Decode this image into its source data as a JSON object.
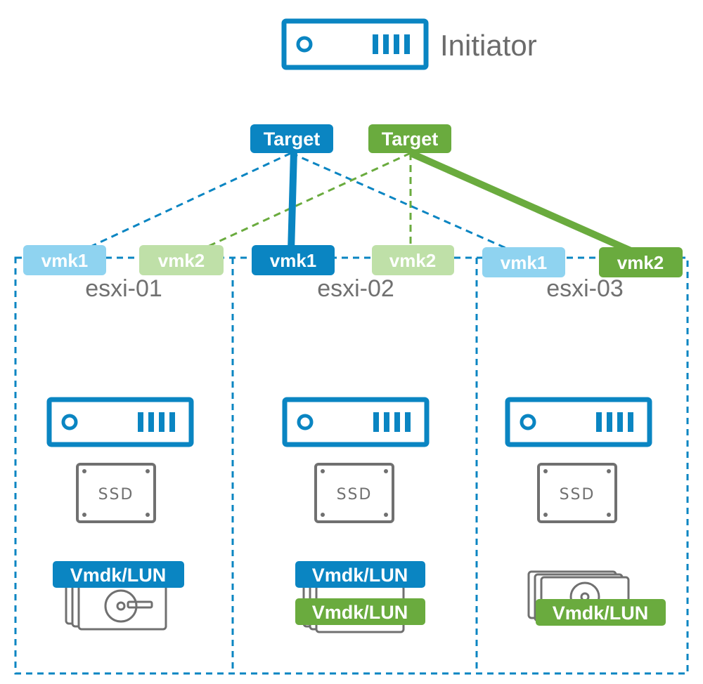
{
  "colors": {
    "blue": "#0a85c2",
    "blue_light": "#8fd3f0",
    "green": "#6aab3e",
    "green_light": "#bfe0a8",
    "gray": "#707070",
    "frame": "#0a85c2"
  },
  "legend": {
    "label": "Initiator",
    "icon": "server-icon"
  },
  "targets": [
    {
      "label": "Target",
      "color": "blue"
    },
    {
      "label": "Target",
      "color": "green"
    }
  ],
  "hosts": [
    {
      "name": "esxi-01",
      "vmk1": {
        "label": "vmk1",
        "state": "inactive"
      },
      "vmk2": {
        "label": "vmk2",
        "state": "inactive"
      },
      "server_icon": "server-icon",
      "ssd": {
        "label": "SSD",
        "icon": "ssd-icon"
      },
      "disk_icon": "hard-disk-icon",
      "luns": [
        {
          "label": "Vmdk/LUN",
          "color": "blue"
        }
      ]
    },
    {
      "name": "esxi-02",
      "vmk1": {
        "label": "vmk1",
        "state": "active"
      },
      "vmk2": {
        "label": "vmk2",
        "state": "inactive"
      },
      "server_icon": "server-icon",
      "ssd": {
        "label": "SSD",
        "icon": "ssd-icon"
      },
      "disk_icon": "hard-disk-icon",
      "luns": [
        {
          "label": "Vmdk/LUN",
          "color": "blue"
        },
        {
          "label": "Vmdk/LUN",
          "color": "green"
        }
      ]
    },
    {
      "name": "esxi-03",
      "vmk1": {
        "label": "vmk1",
        "state": "inactive"
      },
      "vmk2": {
        "label": "vmk2",
        "state": "active"
      },
      "server_icon": "server-icon",
      "ssd": {
        "label": "SSD",
        "icon": "ssd-icon"
      },
      "disk_icon": "hard-disk-icon",
      "luns": [
        {
          "label": "Vmdk/LUN",
          "color": "green"
        }
      ]
    }
  ],
  "connections": [
    {
      "from": "Target (blue)",
      "to": "esxi-01 vmk1",
      "style": "dashed",
      "color": "blue"
    },
    {
      "from": "Target (blue)",
      "to": "esxi-02 vmk1",
      "style": "solid",
      "color": "blue"
    },
    {
      "from": "Target (blue)",
      "to": "esxi-03 vmk1",
      "style": "dashed",
      "color": "blue"
    },
    {
      "from": "Target (green)",
      "to": "esxi-01 vmk2",
      "style": "dashed",
      "color": "green"
    },
    {
      "from": "Target (green)",
      "to": "esxi-02 vmk2",
      "style": "dashed",
      "color": "green"
    },
    {
      "from": "Target (green)",
      "to": "esxi-03 vmk2",
      "style": "solid",
      "color": "green"
    }
  ]
}
